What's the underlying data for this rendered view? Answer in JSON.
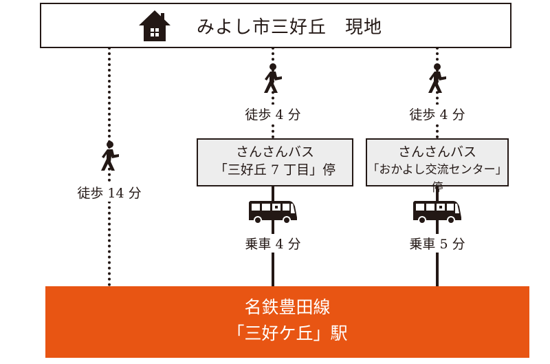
{
  "destination": {
    "title": "みよし市三好丘　現地",
    "icon": "house-icon"
  },
  "routes": [
    {
      "id": "walk-only",
      "line_style": "dotted",
      "segments": [
        {
          "icon": "walking-person-icon",
          "label": "徒歩 14 分"
        }
      ]
    },
    {
      "id": "bus-miyoshigaoka-7",
      "segments": [
        {
          "icon": "walking-person-icon",
          "label": "徒歩 4 分",
          "line_style": "dotted"
        },
        {
          "stop": [
            "さんさんバス",
            "「三好丘 7 丁目」停"
          ]
        },
        {
          "icon": "bus-icon",
          "label": "乗車 4 分",
          "line_style": "solid"
        }
      ]
    },
    {
      "id": "bus-okayoshi-center",
      "segments": [
        {
          "icon": "walking-person-icon",
          "label": "徒歩 4 分",
          "line_style": "dotted"
        },
        {
          "stop": [
            "さんさんバス",
            "「おかよし交流センター」停"
          ]
        },
        {
          "icon": "bus-icon",
          "label": "乗車 5 分",
          "line_style": "solid"
        }
      ]
    }
  ],
  "station": {
    "line_name": "名鉄豊田線",
    "station_name": "「三好ケ丘」駅",
    "color": "#e85513"
  },
  "colors": {
    "ink": "#231815",
    "stop_fill": "#ededed"
  }
}
